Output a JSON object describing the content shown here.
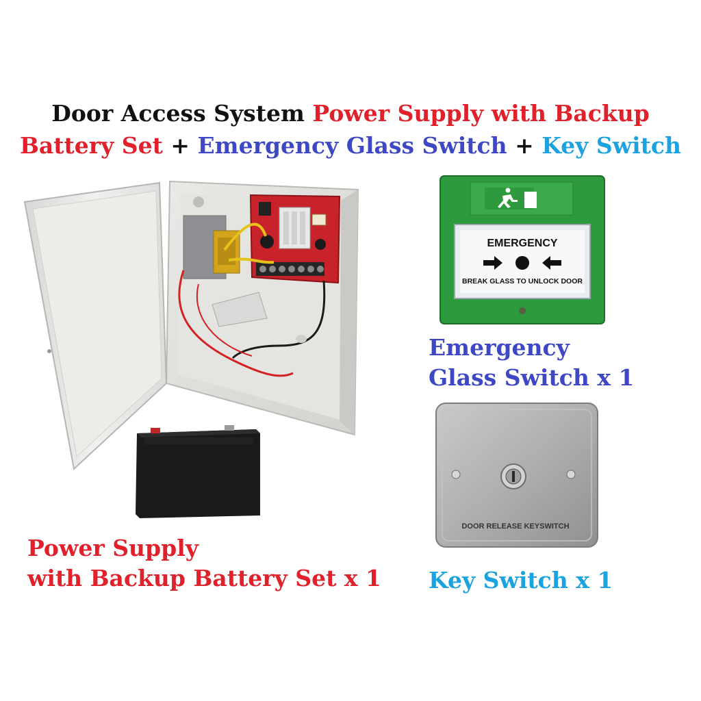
{
  "title": {
    "line1": [
      {
        "text": "Door Access System ",
        "color": "black"
      },
      {
        "text": "Power Supply with Backup",
        "color": "red"
      }
    ],
    "line2": [
      {
        "text": "Battery Set",
        "color": "red"
      },
      {
        "text": " + ",
        "color": "black"
      },
      {
        "text": "Emergency Glass Switch",
        "color": "blue"
      },
      {
        "text": " + ",
        "color": "black"
      },
      {
        "text": "Key Switch",
        "color": "cyan"
      }
    ]
  },
  "products": {
    "power_supply": {
      "caption_line1": "Power Supply",
      "caption_line2": "with Backup Battery Set x 1"
    },
    "emergency_switch": {
      "caption_line1": "Emergency",
      "caption_line2": "Glass Switch x 1",
      "face_heading": "EMERGENCY",
      "face_sub": "BREAK GLASS TO UNLOCK DOOR"
    },
    "key_switch": {
      "caption": "Key Switch x 1",
      "plate_label": "DOOR RELEASE KEYSWITCH"
    }
  },
  "colors": {
    "black": "#111111",
    "red": "#e0202a",
    "blue": "#3f48c4",
    "cyan": "#1aa3e0",
    "switch_green": "#2e9a3e"
  }
}
